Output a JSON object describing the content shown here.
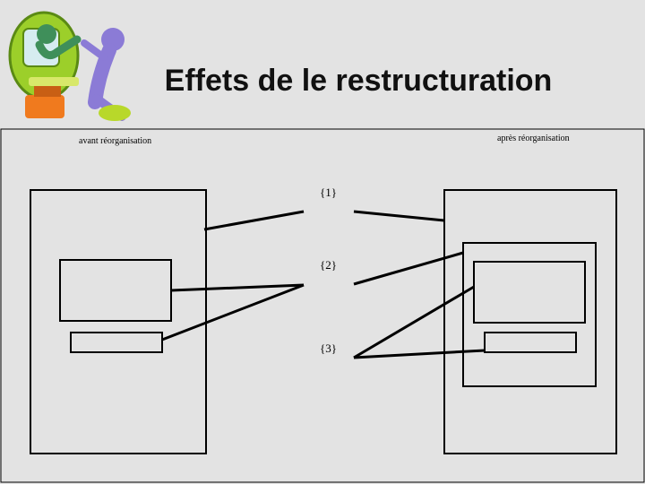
{
  "slide": {
    "title": "Effets de le restructuration"
  },
  "diagram": {
    "before_label": "avant réorganisation",
    "after_label": "après réorganisation",
    "markers": [
      "{1}",
      "{2}",
      "{3}"
    ]
  },
  "colors": {
    "background": "#e3e3e3",
    "stroke": "#000000",
    "mascot_green": "#9ccf2a",
    "mascot_purple": "#8b7bd6",
    "mascot_orange": "#f07a1e"
  },
  "icons": [
    "clay-mascot-computer-illustration"
  ]
}
